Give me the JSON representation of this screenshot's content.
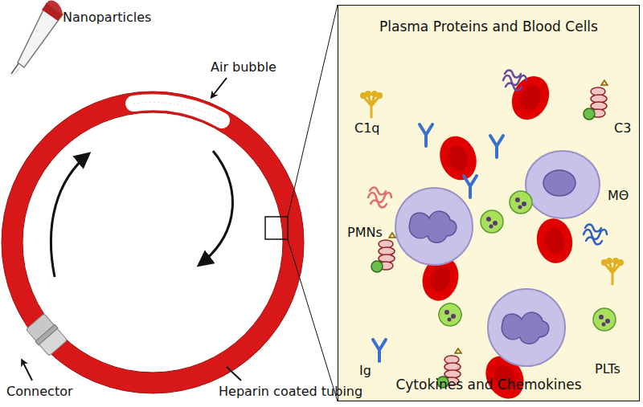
{
  "diagram": {
    "nodes": [
      {
        "text": [
          "Plasma Proteins and Blood Cells",
          "Cytokines and Chemokines"
        ]
      }
    ],
    "labels": [
      "Nanoparticles",
      "Air bubble",
      "Connector",
      "Heparin coated tubing",
      "C1q",
      "C3",
      "MΘ",
      "PMNs",
      "Ig",
      "PLTs"
    ]
  }
}
